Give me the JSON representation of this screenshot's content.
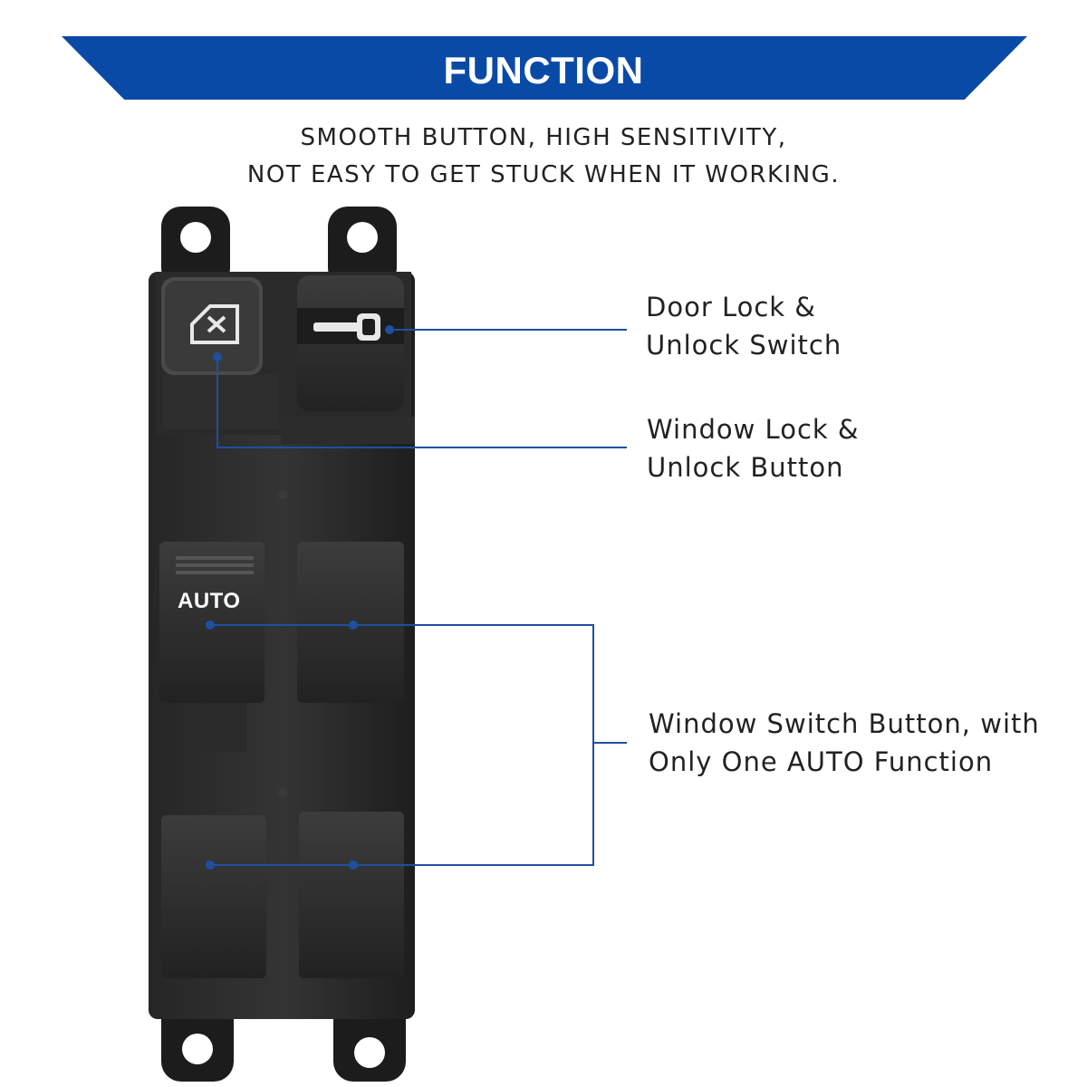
{
  "banner": {
    "title": "FUNCTION",
    "color": "#0a4aa7"
  },
  "subtitle": {
    "line1": "SMOOTH BUTTON, HIGH SENSITIVITY,",
    "line2": "NOT EASY TO GET STUCK WHEN IT WORKING."
  },
  "product": {
    "auto_label": "AUTO",
    "window_lock_icon": "window-lock-icon",
    "door_key_icon": "key-icon"
  },
  "callouts": {
    "door_lock": {
      "line1": "Door Lock &",
      "line2": "Unlock Switch"
    },
    "window_lock": {
      "line1": "Window Lock &",
      "line2": "Unlock Button"
    },
    "window_switch": {
      "line1": "Window Switch Button, with",
      "line2": "Only One AUTO Function"
    },
    "line_color": "#1f4fa0"
  }
}
